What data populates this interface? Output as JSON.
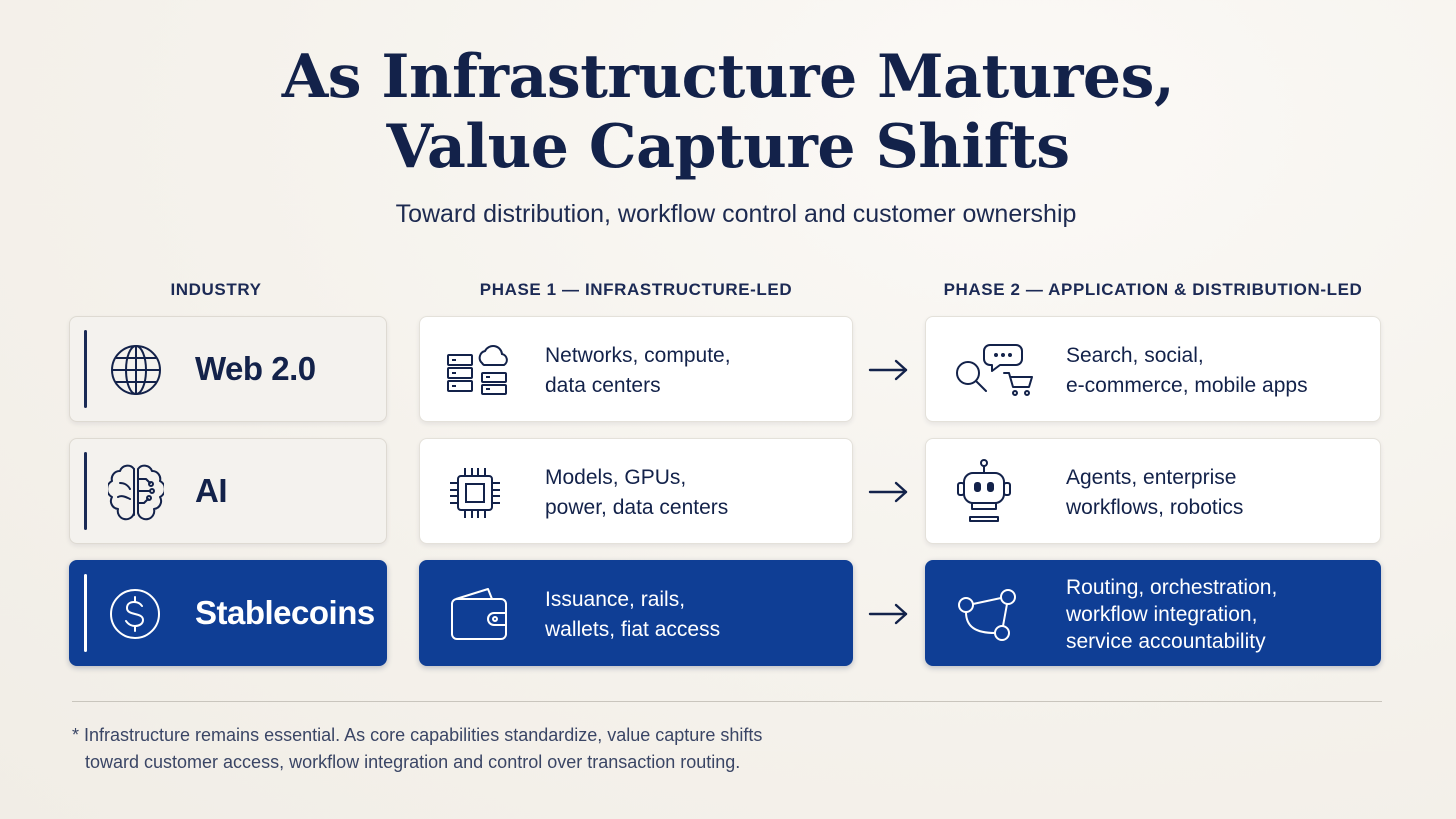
{
  "title": {
    "line1": "As Infrastructure Matures,",
    "line2": "Value Capture Shifts"
  },
  "subtitle": "Toward distribution, workflow control and customer ownership",
  "columns": {
    "industry": "INDUSTRY",
    "phase1": "PHASE 1 — INFRASTRUCTURE-LED",
    "phase2": "PHASE 2 — APPLICATION & DISTRIBUTION-LED"
  },
  "rows": [
    {
      "industry": "Web 2.0",
      "industry_icon": "globe-icon",
      "phase1": "Networks, compute,\ndata centers",
      "phase1_icon": "server-cloud-icon",
      "phase2": "Search, social,\ne-commerce, mobile apps",
      "phase2_icon": "search-chat-cart-icon"
    },
    {
      "industry": "AI",
      "industry_icon": "brain-circuit-icon",
      "phase1": "Models, GPUs,\npower, data centers",
      "phase1_icon": "chip-icon",
      "phase2": "Agents, enterprise\nworkflows, robotics",
      "phase2_icon": "robot-icon"
    },
    {
      "industry": "Stablecoins",
      "industry_icon": "dollar-coin-icon",
      "phase1": "Issuance, rails,\nwallets, fiat access",
      "phase1_icon": "wallet-icon",
      "phase2": "Routing, orchestration,\nworkflow integration,\nservice accountability",
      "phase2_icon": "routing-nodes-icon",
      "highlighted": true
    }
  ],
  "footnote": {
    "line1": "* Infrastructure remains essential. As core capabilities standardize, value capture shifts",
    "line2": "toward customer access, workflow integration and control over transaction routing."
  },
  "colors": {
    "navy": "#13224a",
    "highlight_blue": "#0f3e95",
    "background": "#f5f2ec"
  }
}
